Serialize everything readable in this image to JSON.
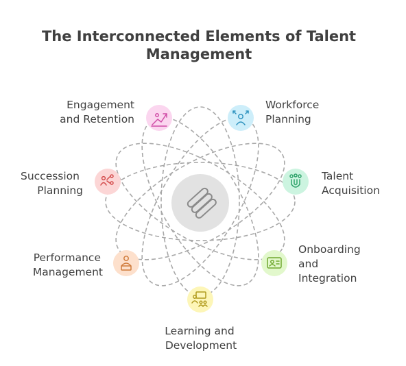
{
  "title": {
    "line1": "The Interconnected Elements of Talent",
    "line2": "Management"
  },
  "colors": {
    "text": "#404040",
    "orbit": "#a8a8a8",
    "center_fill": "#e2e2e2"
  },
  "center": {
    "icon": "chain-links-icon"
  },
  "nodes": [
    {
      "id": "engagement",
      "lines": [
        "Engagement",
        "and Retention"
      ],
      "icon": "chart-trend-person-icon",
      "fill": "#fbd6ef",
      "stroke": "#d04ca6"
    },
    {
      "id": "workforce",
      "lines": [
        "Workforce",
        "Planning"
      ],
      "icon": "person-arrows-icon",
      "fill": "#cdeefa",
      "stroke": "#2f93bf"
    },
    {
      "id": "succession",
      "lines": [
        "Succession",
        "Planning"
      ],
      "icon": "hierarchy-people-icon",
      "fill": "#fcd6d6",
      "stroke": "#d44c4c"
    },
    {
      "id": "acquisition",
      "lines": [
        "Talent",
        "Acquisition"
      ],
      "icon": "magnet-people-icon",
      "fill": "#ccf4e0",
      "stroke": "#2fa36b"
    },
    {
      "id": "performance",
      "lines": [
        "Performance",
        "Management"
      ],
      "icon": "person-laptop-icon",
      "fill": "#fde0cc",
      "stroke": "#cf7a3a"
    },
    {
      "id": "onboarding",
      "lines": [
        "Onboarding",
        "and",
        "Integration"
      ],
      "icon": "id-card-icon",
      "fill": "#e2f8cc",
      "stroke": "#6fa82f"
    },
    {
      "id": "learning",
      "lines": [
        "Learning and",
        "Development"
      ],
      "icon": "teacher-board-icon",
      "fill": "#fdf6b8",
      "stroke": "#b09a1c"
    }
  ]
}
